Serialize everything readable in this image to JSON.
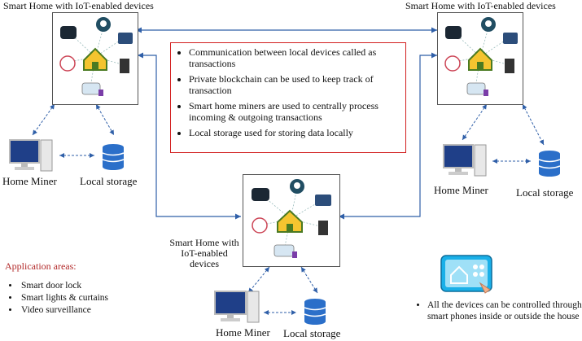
{
  "hubs": {
    "left_title": "Smart Home with IoT-enabled devices",
    "right_title": "Smart Home with IoT-enabled devices",
    "bottom_title_line1": "Smart Home with",
    "bottom_title_line2": "IoT-enabled",
    "bottom_title_line3": "devices"
  },
  "info_box": {
    "items": [
      "Communication between local devices called as transactions",
      "Private blockchain can be used to keep track of transaction",
      "Smart home miners are used to centrally process incoming & outgoing transactions",
      "Local storage used for storing data locally"
    ]
  },
  "labels": {
    "left_miner": "Home Miner",
    "left_storage": "Local storage",
    "right_miner": "Home Miner",
    "right_storage": "Local storage",
    "bottom_miner": "Home Miner",
    "bottom_storage": "Local storage"
  },
  "application": {
    "heading": "Application areas:",
    "items": [
      "Smart door lock",
      "Smart lights & curtains",
      "Video surveillance"
    ]
  },
  "phone_note": "All the devices can be controlled through smart phones inside or outside the house",
  "colors": {
    "box_border": "#d21f1f",
    "arrow": "#2f5fa8",
    "heading": "#b22a2a"
  }
}
